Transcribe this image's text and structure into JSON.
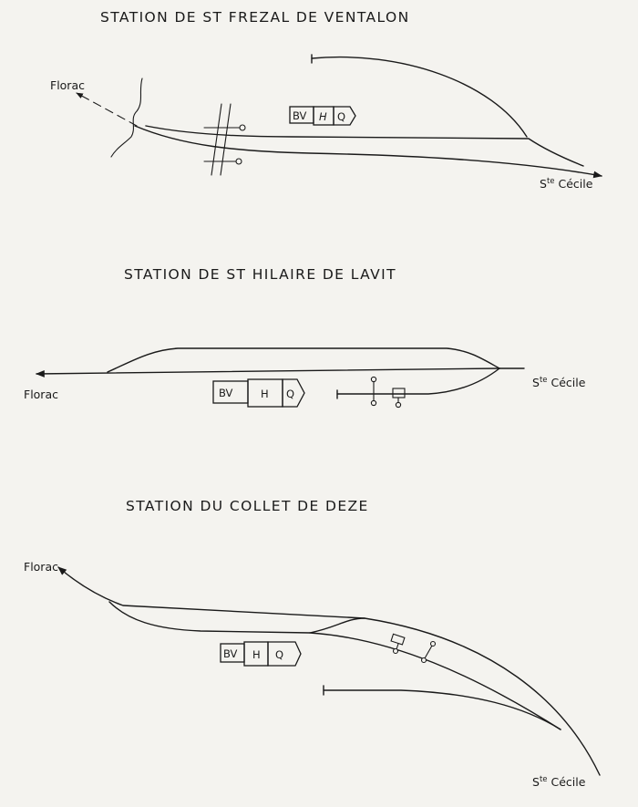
{
  "stations": [
    {
      "title": "STATION DE  ST  FREZAL DE  VENTALON",
      "towards_left": "Florac",
      "towards_right": {
        "prefix": "S",
        "sup": "te",
        "name": " Cécile"
      },
      "buildings": [
        "BV",
        "H",
        "Q"
      ]
    },
    {
      "title": "STATION DE  ST  HILAIRE  DE  LAVIT",
      "towards_left": "Florac",
      "towards_right": {
        "prefix": "S",
        "sup": "te",
        "name": " Cécile"
      },
      "buildings": [
        "BV",
        "H",
        "Q"
      ]
    },
    {
      "title": "STATION  DU   COLLET  DE  DEZE",
      "towards_left": "Florac",
      "towards_right": {
        "prefix": "S",
        "sup": "te",
        "name": " Cécile"
      },
      "buildings": [
        "BV",
        "H",
        "Q"
      ]
    }
  ],
  "colors": {
    "ink": "#1a1a1a",
    "paper": "#f4f3ef"
  }
}
